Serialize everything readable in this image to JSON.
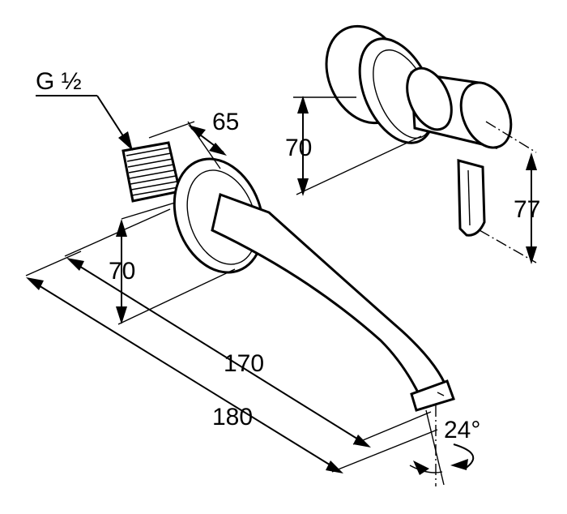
{
  "labels": {
    "thread": "G ½",
    "thread_length": "65",
    "lever_center_height": "70",
    "rosette_height": "70",
    "lever_drop": "77",
    "spout_length_inner": "170",
    "spout_length_total": "180",
    "outlet_angle": "24°"
  }
}
